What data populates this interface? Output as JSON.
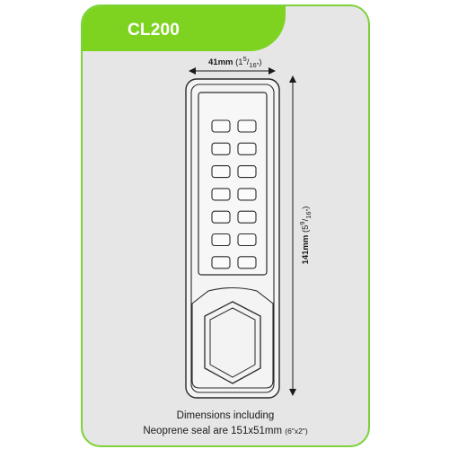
{
  "header": {
    "model": "CL200",
    "accent_color": "#7ed321"
  },
  "dimensions": {
    "width": {
      "label": "41mm",
      "imperial_whole": "1",
      "imperial_numerator": "5",
      "imperial_denominator": "16\""
    },
    "height": {
      "label": "141mm",
      "imperial_whole": "5",
      "imperial_numerator": "9",
      "imperial_denominator": "16\""
    }
  },
  "keypad": {
    "rows": 7,
    "columns": 2
  },
  "caption": {
    "line1": "Dimensions including",
    "line2_main": "Neoprene seal are 151x51mm",
    "line2_small": "(6\"x2\")"
  },
  "icons": {
    "arrow": "dimension-arrow-icon",
    "knob": "hexagon-knob-icon"
  }
}
